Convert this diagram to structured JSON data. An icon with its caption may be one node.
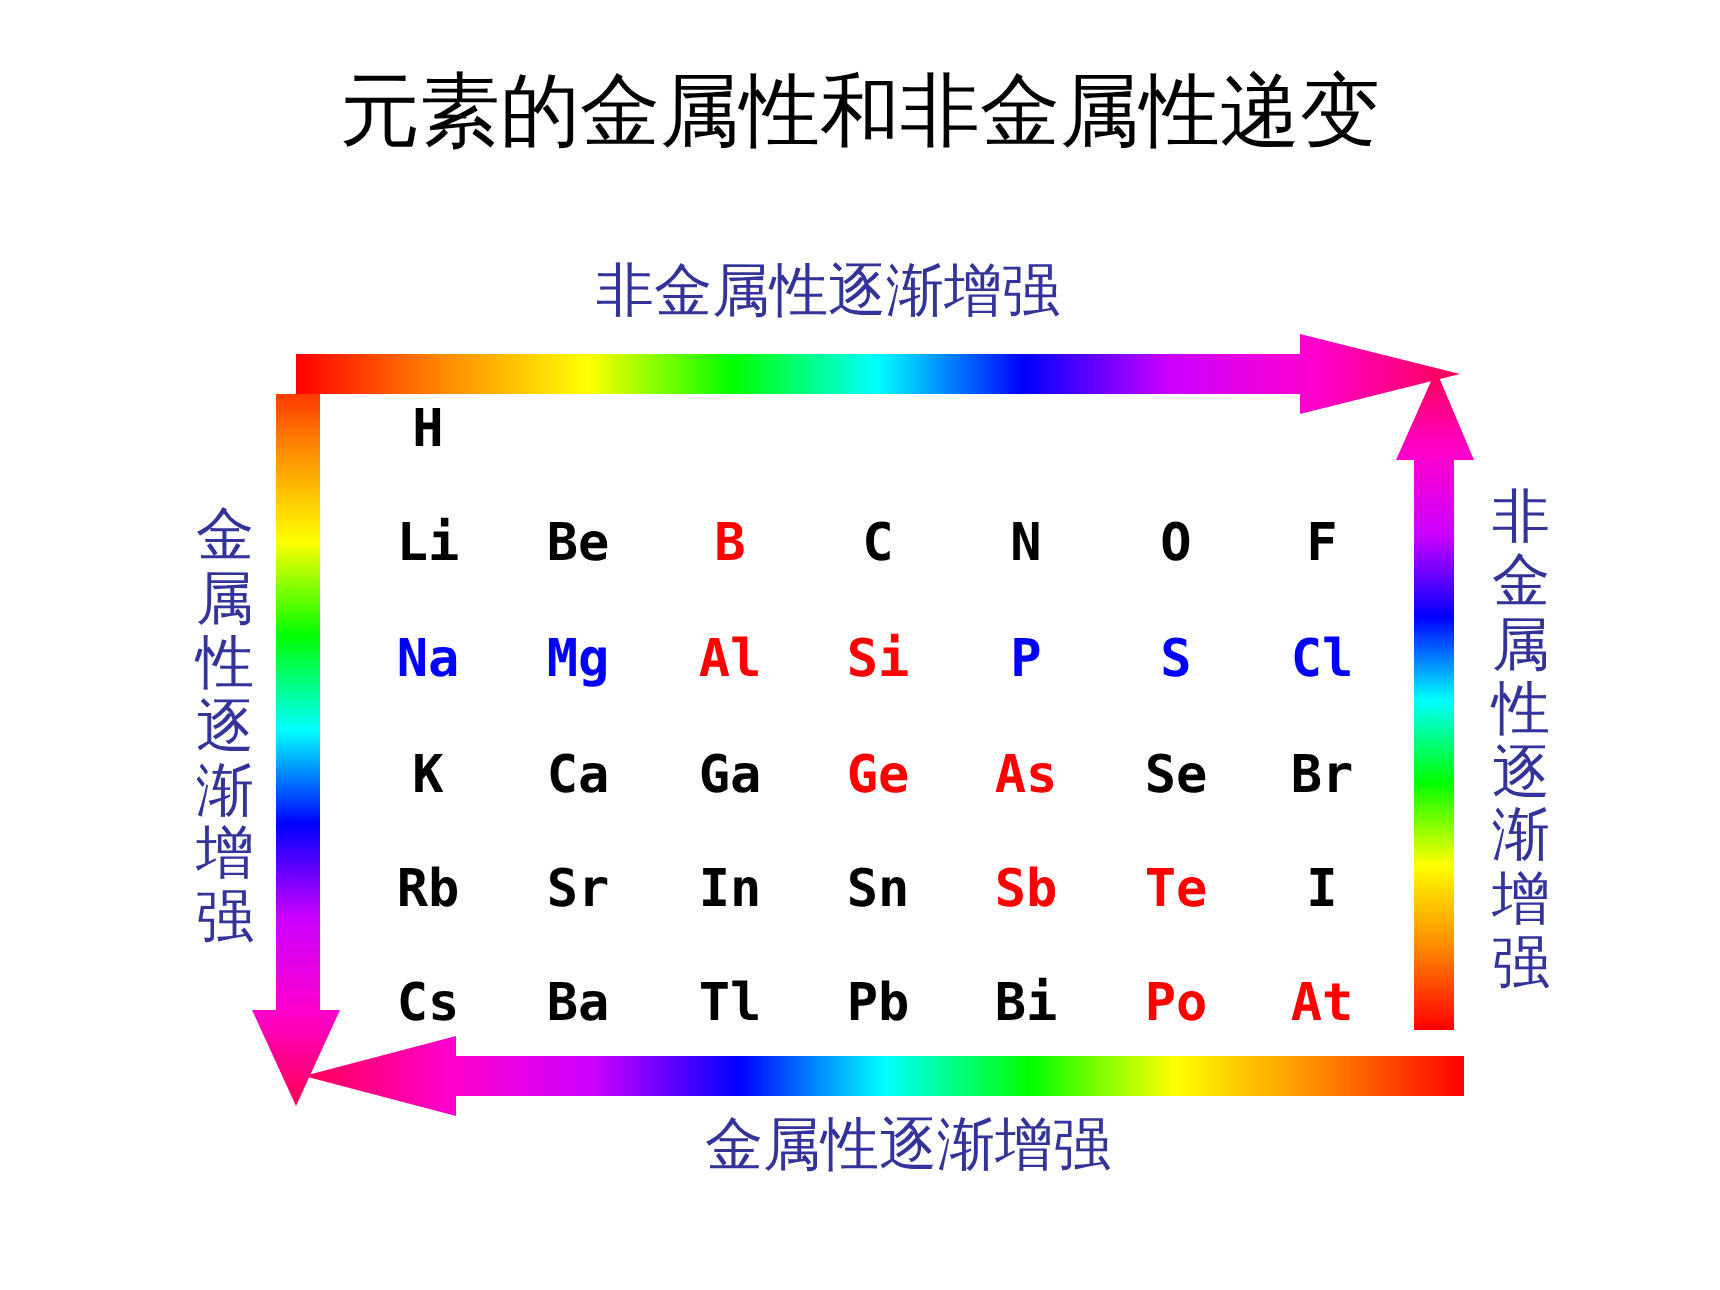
{
  "diagram": {
    "title": "元素的金属性和非金属性递变",
    "labels": [
      "非金属性逐渐增强",
      "金属性逐渐增强",
      "H",
      "Li",
      "Be",
      "B",
      "C",
      "N",
      "O",
      "F",
      "Na",
      "Mg",
      "Al",
      "Si",
      "P",
      "S",
      "Cl",
      "K",
      "Ca",
      "Ga",
      "Ge",
      "As",
      "Se",
      "Br",
      "Rb",
      "Sr",
      "In",
      "Sn",
      "Sb",
      "Te",
      "I",
      "Cs",
      "Ba",
      "Tl",
      "Pb",
      "Bi",
      "Po",
      "At",
      "非金属性逐渐增强",
      "金属性逐渐增强"
    ]
  }
}
